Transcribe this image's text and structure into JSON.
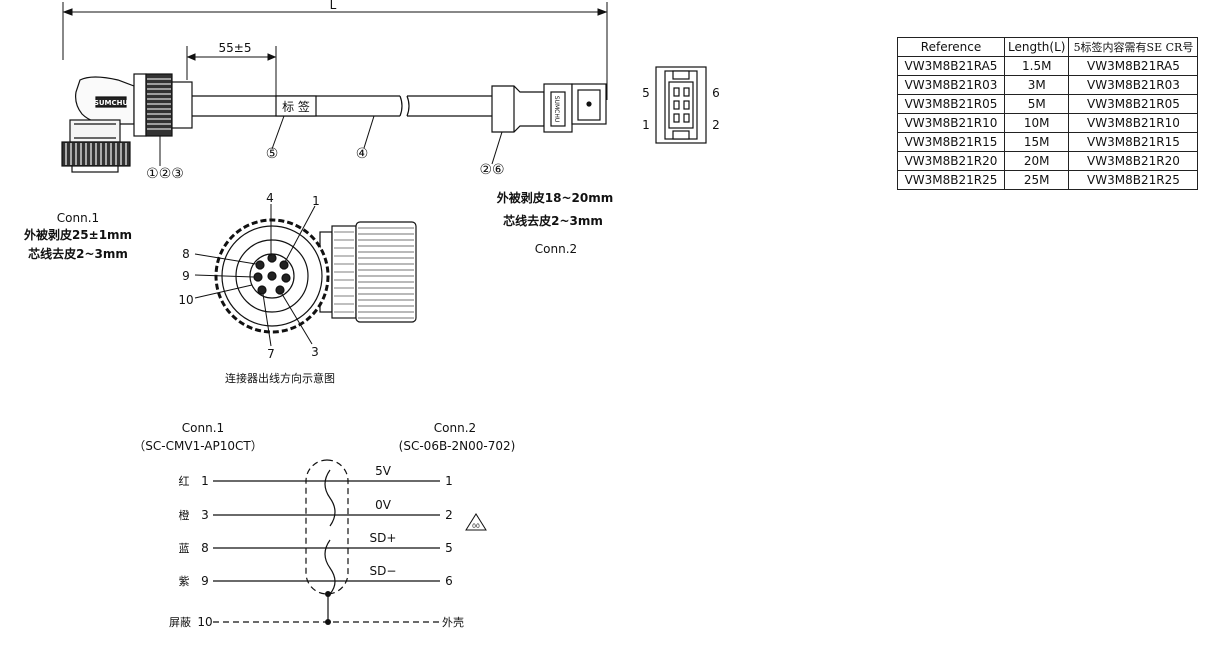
{
  "drawing": {
    "length_label": "L",
    "strip_dim": "55±5",
    "cable_label": "标 签",
    "brand_mark": "SUMCHU",
    "callouts": {
      "conn1_parts": "①②③",
      "label_part": "⑤",
      "cable_part": "④",
      "conn2_parts": "②⑥"
    },
    "conn1_notes": {
      "name": "Conn.1",
      "outer_strip": "外被剥皮25±1mm",
      "core_strip": "芯线去皮2~3mm"
    },
    "conn2_notes": {
      "name": "Conn.2",
      "outer_strip": "外被剥皮18~20mm",
      "core_strip": "芯线去皮2~3mm"
    },
    "conn2_face_pins": {
      "top_left": "5",
      "top_right": "6",
      "bottom_left": "1",
      "bottom_right": "2"
    },
    "conn1_face_pins": {
      "p4": "4",
      "p1": "1",
      "p8": "8",
      "p9": "9",
      "p10": "10",
      "p7": "7",
      "p3": "3"
    },
    "face_caption": "连接器出线方向示意图"
  },
  "wiring": {
    "conn1_title": "Conn.1",
    "conn1_part": "（SC-CMV1-AP10CT）",
    "conn2_title": "Conn.2",
    "conn2_part": "(SC-06B-2N00-702)",
    "rows": [
      {
        "color": "红",
        "pin_left": "1",
        "signal": "5V",
        "pin_right": "1"
      },
      {
        "color": "橙",
        "pin_left": "3",
        "signal": "0V",
        "pin_right": "2"
      },
      {
        "color": "蓝",
        "pin_left": "8",
        "signal": "SD+",
        "pin_right": "5"
      },
      {
        "color": "紫",
        "pin_left": "9",
        "signal": "SD−",
        "pin_right": "6"
      }
    ],
    "shield": {
      "label": "屏蔽",
      "pin_left": "10",
      "pin_right": "外壳"
    },
    "marker": "00"
  },
  "reference_table": {
    "headers": [
      "Reference",
      "Length(L)",
      "5标签内容需有SE CR号"
    ],
    "rows": [
      [
        "VW3M8B21RA5",
        "1.5M",
        "VW3M8B21RA5"
      ],
      [
        "VW3M8B21R03",
        "3M",
        "VW3M8B21R03"
      ],
      [
        "VW3M8B21R05",
        "5M",
        "VW3M8B21R05"
      ],
      [
        "VW3M8B21R10",
        "10M",
        "VW3M8B21R10"
      ],
      [
        "VW3M8B21R15",
        "15M",
        "VW3M8B21R15"
      ],
      [
        "VW3M8B21R20",
        "20M",
        "VW3M8B21R20"
      ],
      [
        "VW3M8B21R25",
        "25M",
        "VW3M8B21R25"
      ]
    ]
  }
}
